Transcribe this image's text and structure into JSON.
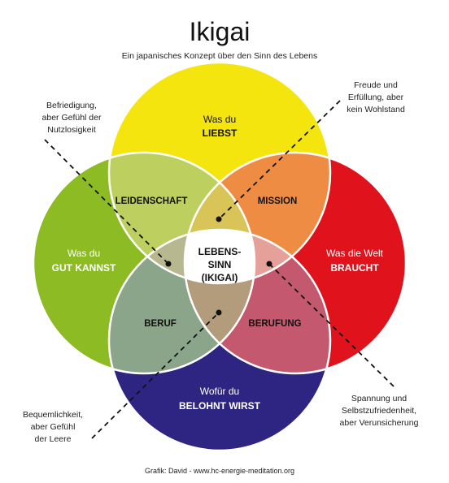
{
  "title": "Ikigai",
  "subtitle": "Ein japanisches Konzept über den Sinn des Lebens",
  "circles": {
    "top": {
      "line1": "Was du",
      "line2": "LIEBST",
      "color": "#f5e50f"
    },
    "left": {
      "line1": "Was du",
      "line2": "GUT KANNST",
      "color": "#8dbb24"
    },
    "right": {
      "line1": "Was die Welt",
      "line2": "BRAUCHT",
      "color": "#e0121c"
    },
    "bottom": {
      "line1": "Wofür du",
      "line2": "BELOHNT WIRST",
      "color": "#2e2583"
    }
  },
  "intersections": {
    "top_left": {
      "label": "LEIDENSCHAFT",
      "color": "#bdcf5f"
    },
    "top_right": {
      "label": "MISSION",
      "color": "#ef8c44"
    },
    "bottom_left": {
      "label": "BERUF",
      "color": "#8aa58a"
    },
    "bottom_right": {
      "label": "BERUFUNG",
      "color": "#c4586e"
    },
    "top_center_color": "#d9c457",
    "left_center_color": "#b8b890",
    "right_center_color": "#e5a09a",
    "bottom_center_color": "#b39c7c"
  },
  "center": {
    "line1": "LEBENS-",
    "line2": "SINN",
    "line3": "(IKIGAI)",
    "color": "#ffffff"
  },
  "notes": {
    "top_left": [
      "Befriedigung,",
      "aber Gefühl der",
      "Nutzlosigkeit"
    ],
    "top_right": [
      "Freude und",
      "Erfüllung, aber",
      "kein Wohlstand"
    ],
    "bottom_left": [
      "Bequemlichkeit,",
      "aber Gefühl",
      "der Leere"
    ],
    "bottom_right": [
      "Spannung und",
      "Selbstzufriedenheit,",
      "aber Verunsicherung"
    ]
  },
  "credit": "Grafik: David - www.hc-energie-meditation.org"
}
